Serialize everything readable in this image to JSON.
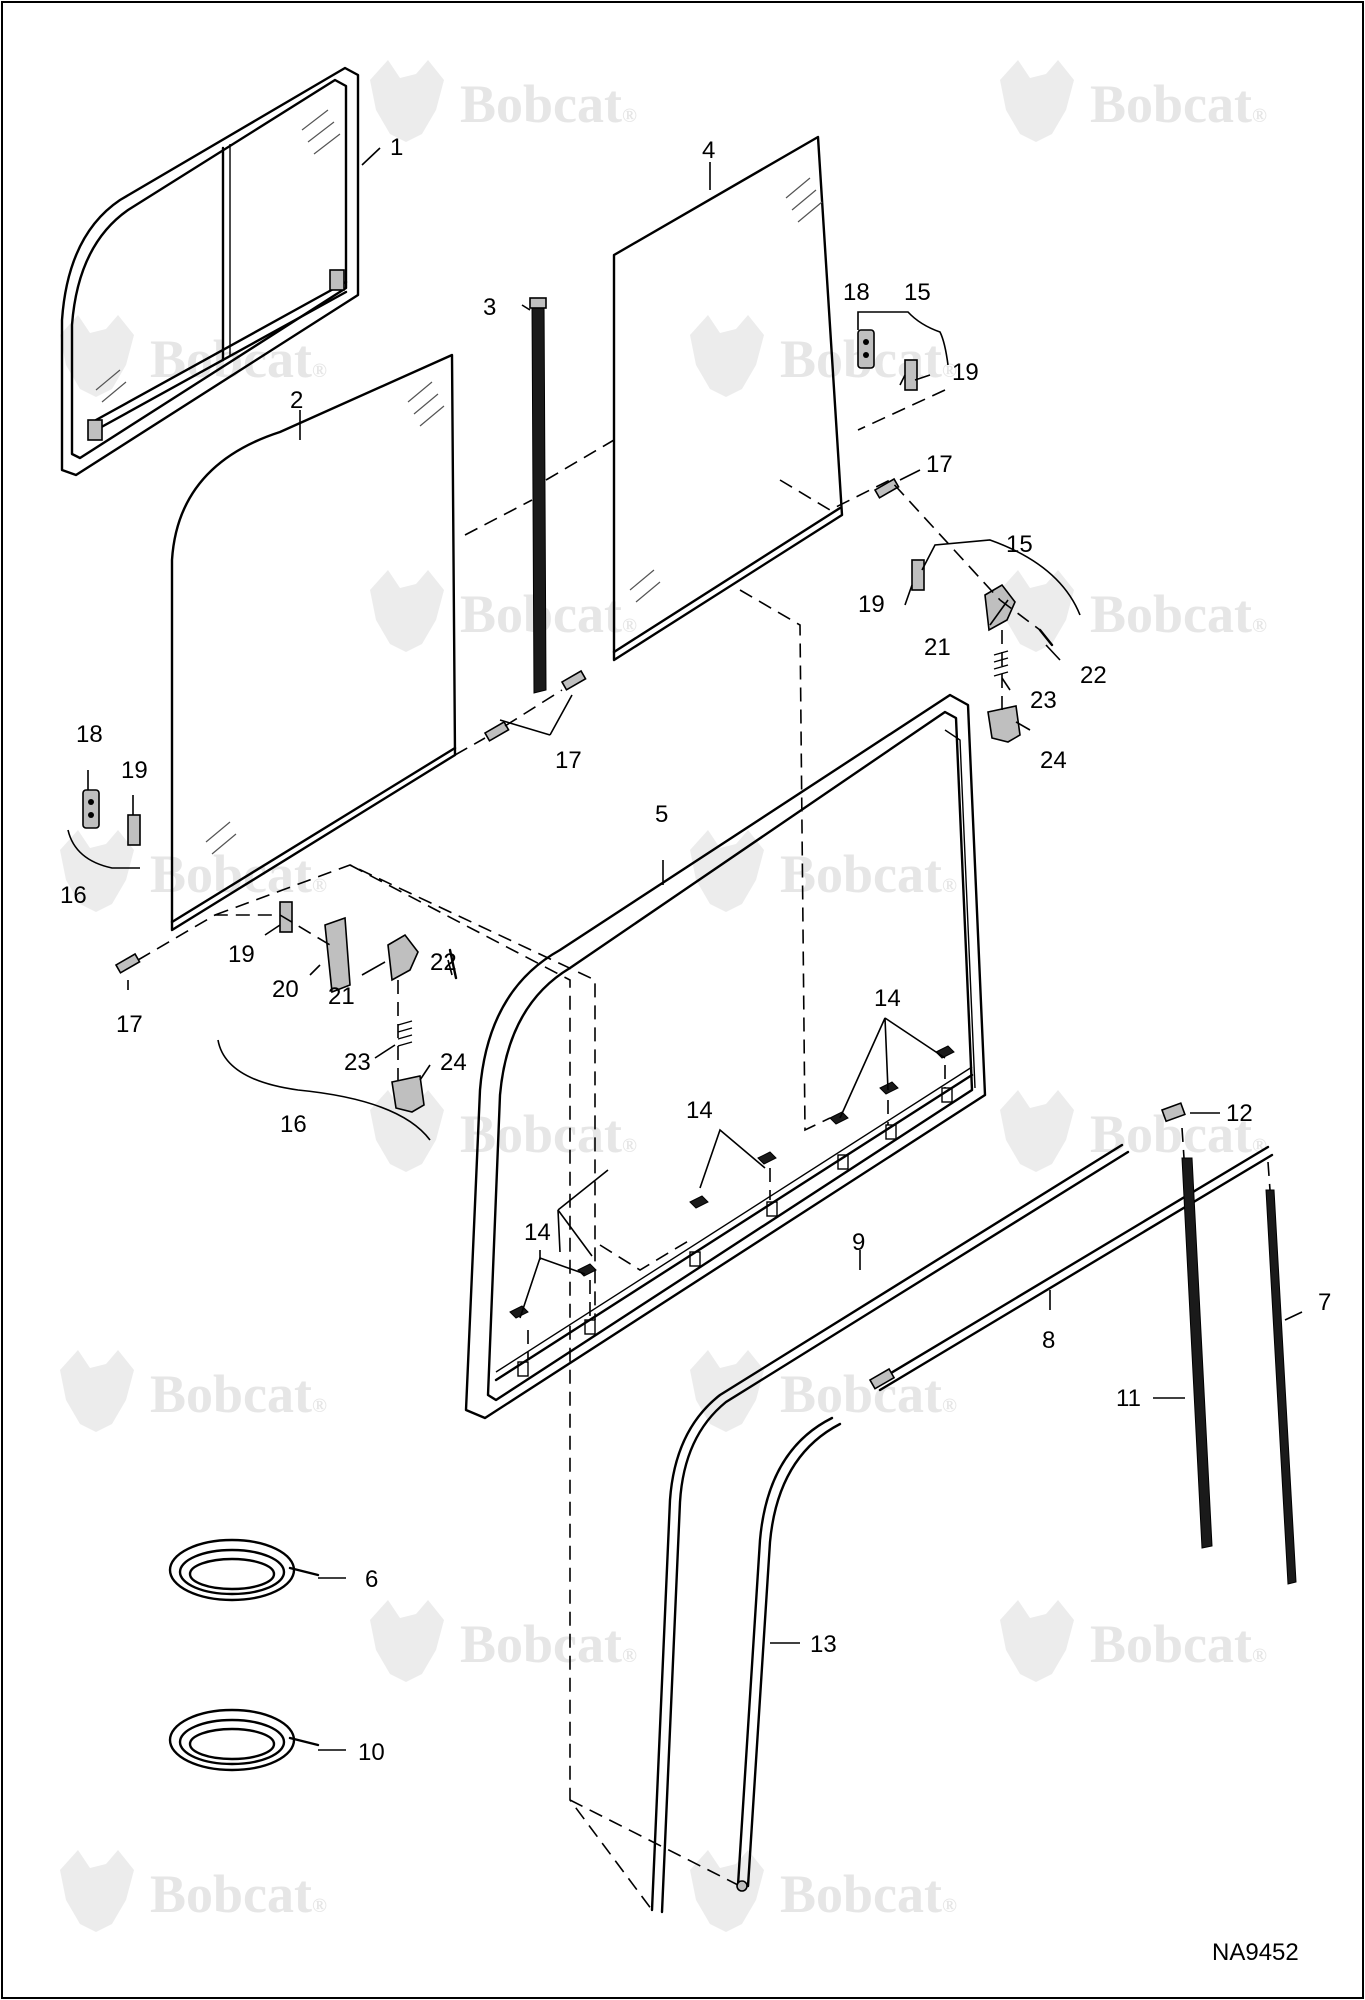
{
  "watermark": {
    "brand": "Bobcat",
    "reg_mark": "®",
    "logo_icon": "bobcat-head-icon",
    "color": "#e6e6e6"
  },
  "document_id": "NA9452",
  "callouts": {
    "c1": "1",
    "c2": "2",
    "c3": "3",
    "c4": "4",
    "c5": "5",
    "c6": "6",
    "c7": "7",
    "c8": "8",
    "c9": "9",
    "c10": "10",
    "c11": "11",
    "c12": "12",
    "c13": "13",
    "c14a": "14",
    "c14b": "14",
    "c14c": "14",
    "c15a": "15",
    "c15b": "15",
    "c16a": "16",
    "c16b": "16",
    "c17a": "17",
    "c17b": "17",
    "c17c": "17",
    "c18a": "18",
    "c18b": "18",
    "c19a": "19",
    "c19b": "19",
    "c19c": "19",
    "c19d": "19",
    "c20": "20",
    "c21a": "21",
    "c21b": "21",
    "c22a": "22",
    "c22b": "22",
    "c23a": "23",
    "c23b": "23",
    "c24a": "24",
    "c24b": "24"
  }
}
